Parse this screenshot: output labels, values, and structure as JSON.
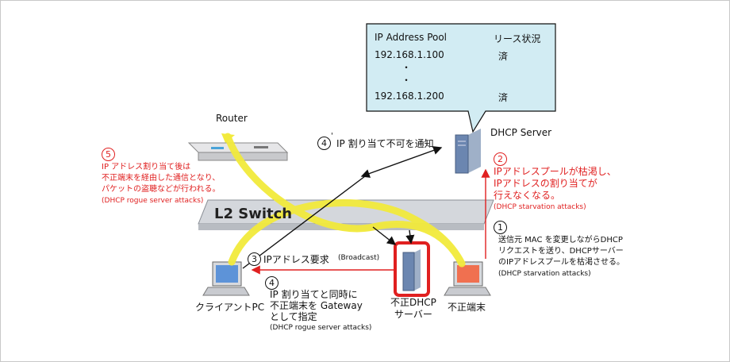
{
  "pool": {
    "header_title": "IP Address Pool",
    "header_status": "リース状況",
    "rows": [
      {
        "ip": "192.168.1.100",
        "status": "済"
      },
      {
        "ip": "192.168.1.200",
        "status": "済"
      }
    ],
    "ellipsis": "・"
  },
  "devices": {
    "router": "Router",
    "dhcp_server": "DHCP Server",
    "switch": "L2 Switch",
    "client_pc": "クライアントPC",
    "rogue_dhcp": [
      "不正DHCP",
      "サーバー"
    ],
    "rogue_terminal": "不正端末"
  },
  "steps": {
    "s1": {
      "num": "1",
      "lines": [
        "送信元 MAC を変更しながらDHCP",
        "リクエストを送り、DHCPサーバー",
        "のIPアドレスプールを枯渇させる。"
      ],
      "tag": "(DHCP starvation attacks)"
    },
    "s2": {
      "num": "2",
      "lines": [
        "IPアドレスプールが枯渇し、",
        "IPアドレスの割り当てが",
        "行えなくなる。"
      ],
      "tag": "(DHCP starvation attacks)"
    },
    "s3": {
      "num": "3",
      "label": "IPアドレス要求",
      "tag": "(Broadcast)"
    },
    "s4": {
      "num": "4",
      "lines": [
        "IP 割り当てと同時に",
        "不正端末を Gateway",
        "として指定"
      ],
      "tag": "(DHCP rogue server attacks)"
    },
    "s4b": {
      "num": "4",
      "prime": "'",
      "label": "IP 割り当て不可を通知"
    },
    "s5": {
      "num": "5",
      "lines": [
        "IP アドレス割り当て後は",
        "不正端末を経由した通信となり、",
        "パケットの盗聴などが行われる。"
      ],
      "tag": "(DHCP rogue server attacks)"
    }
  },
  "colors": {
    "red": "#e02020",
    "yellow": "#f2ea3c",
    "bubble": "#d2ecf3",
    "switch": "#d4d7dc"
  }
}
